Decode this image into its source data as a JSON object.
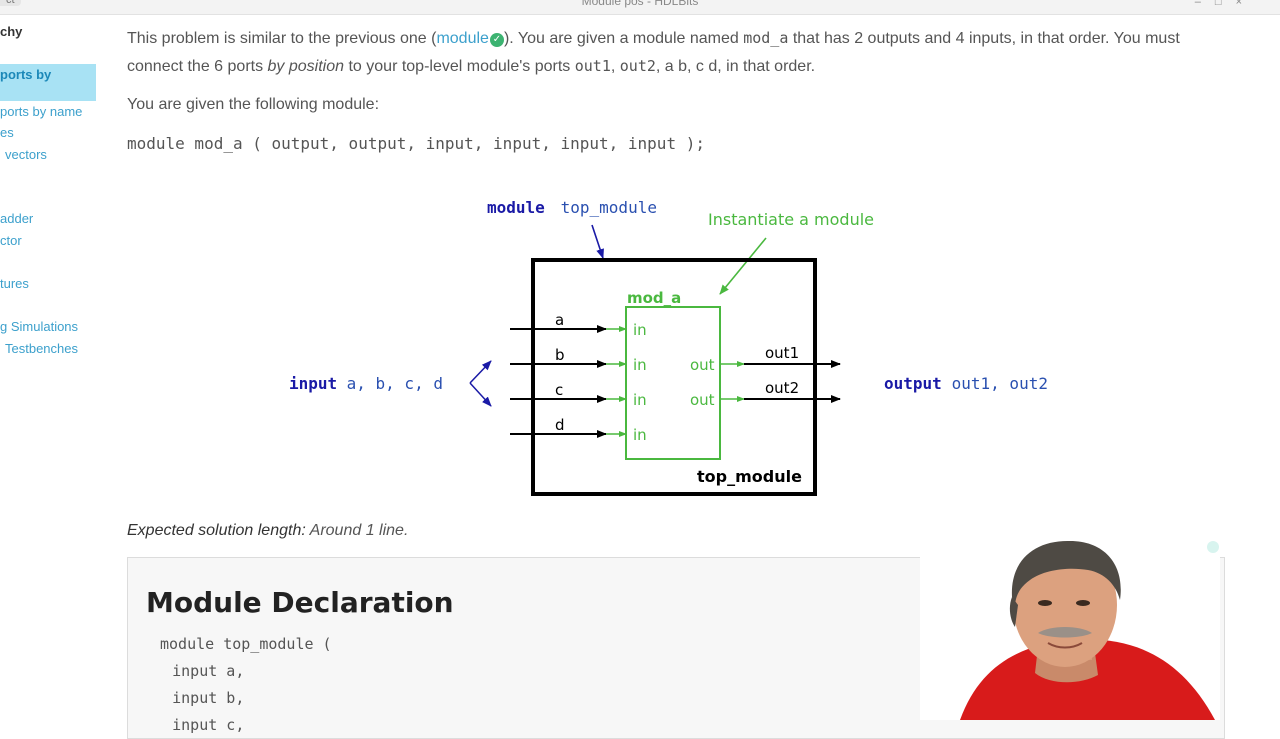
{
  "window": {
    "title": "Module pos - HDLBits",
    "tab_left": "ct"
  },
  "sidebar": {
    "items": [
      {
        "label": "chy",
        "kind": "heading"
      },
      {
        "label": "ports by",
        "kind": "active"
      },
      {
        "label": "ports by name",
        "kind": "link"
      },
      {
        "label": "es",
        "kind": "link"
      },
      {
        "label": "vectors",
        "kind": "link"
      },
      {
        "label": "adder",
        "kind": "link"
      },
      {
        "label": "ctor",
        "kind": "link"
      },
      {
        "label": "tures",
        "kind": "link"
      },
      {
        "label": "g Simulations",
        "kind": "link"
      },
      {
        "label": "Testbenches",
        "kind": "link"
      }
    ]
  },
  "intro": {
    "p1_a": "This problem is similar to the previous one (",
    "p1_link": "module",
    "p1_b": "). You are given a module named ",
    "p1_code1": "mod_a",
    "p1_c": " that has 2 outputs and 4 inputs, in that order. You must",
    "p2_a": "connect the 6 ports ",
    "p2_em": "by position",
    "p2_b": " to your top-level module's ports ",
    "p2_code1": "out1",
    "p2_sep1": ", ",
    "p2_code2": "out2",
    "p2_c": ", a b, c d, in that order.",
    "p3": "You are given the following module:",
    "code": "module mod_a ( output, output, input, input, input, input );"
  },
  "diagram": {
    "top_label_kw": "module",
    "top_label_name": " top_module",
    "instantiate_label": "Instantiate a module",
    "inner_name": "mod_a",
    "inner_in_ports": [
      "in",
      "in",
      "in",
      "in"
    ],
    "inner_out_ports": [
      "out",
      "out"
    ],
    "input_names": [
      "a",
      "b",
      "c",
      "d"
    ],
    "output_names": [
      "out1",
      "out2"
    ],
    "outer_name": "top_module",
    "left_kw": "input",
    "left_names": " a, b, c, d",
    "right_kw": "output",
    "right_names": " out1, out2",
    "colors": {
      "keyword": "#1a1aa6",
      "name": "#2a50b0",
      "green": "#4ab83f",
      "black": "#000000"
    }
  },
  "expected": {
    "label": "Expected solution length:",
    "value": " Around 1 line."
  },
  "declaration": {
    "title": "Module Declaration",
    "lines": [
      "module top_module (",
      "    input a,",
      "    input b,",
      "    input c,"
    ]
  }
}
